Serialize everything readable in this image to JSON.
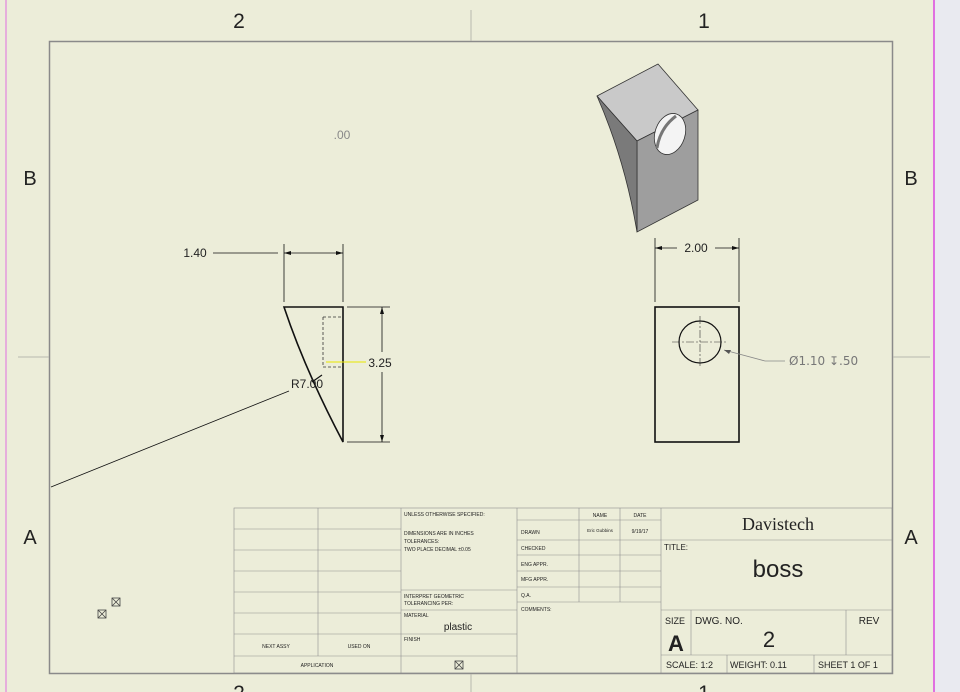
{
  "zone_labels": {
    "top": [
      "2",
      "1"
    ],
    "bottom": [
      "2",
      "1"
    ],
    "left": [
      "B",
      "A"
    ],
    "right": [
      "B",
      "A"
    ]
  },
  "views": {
    "stray_dim": ".00",
    "side": {
      "width_dim": "1.40",
      "height_dim": "3.25",
      "radius_dim": "R7.00"
    },
    "front": {
      "width_dim": "2.00",
      "hole_callout": "Ø1.10 ↧.50"
    }
  },
  "title_block": {
    "spec_header": "UNLESS OTHERWISE SPECIFIED:",
    "spec_dims": "DIMENSIONS ARE IN INCHES",
    "spec_tol": "TOLERANCES:",
    "spec_decimal": "TWO PLACE DECIMAL   ±0.05",
    "interpret": "INTERPRET GEOMETRIC",
    "interpret2": "TOLERANCING PER:",
    "material_label": "MATERIAL",
    "material_value": "plastic",
    "finish_label": "FINISH",
    "next_assy": "NEXT ASSY",
    "used_on": "USED ON",
    "application": "APPLICATION",
    "col_name": "NAME",
    "col_date": "DATE",
    "rows": [
      "DRAWN",
      "CHECKED",
      "ENG APPR.",
      "MFG APPR.",
      "Q.A.",
      "COMMENTS:"
    ],
    "drawn_name": "Eric Gubbins",
    "drawn_date": "9/19/17",
    "company": "Davistech",
    "title_label": "TITLE:",
    "title_value": "boss",
    "size_label": "SIZE",
    "size_value": "A",
    "dwg_no_label": "DWG.  NO.",
    "dwg_no_value": "2",
    "rev_label": "REV",
    "scale": "SCALE: 1:2",
    "weight": "WEIGHT: 0.11",
    "sheet": "SHEET 1 OF 1"
  },
  "colors": {
    "sheet_bg": "#ecedd9",
    "right_panel": "#e9eaf0",
    "magenta_edge": "#e070e0",
    "highlight": "#e8e800"
  },
  "icons": [
    "missing-image-icon"
  ]
}
